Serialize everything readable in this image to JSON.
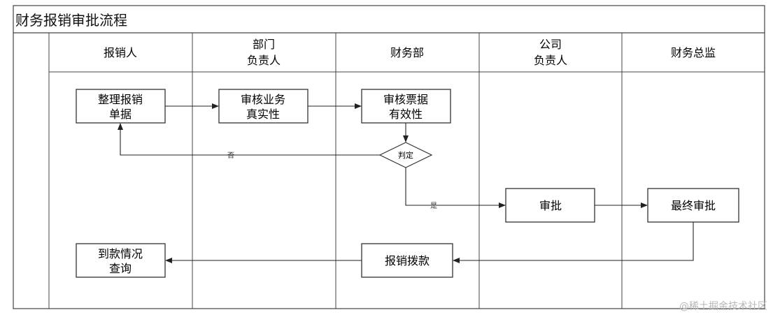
{
  "title": "财务报销审批流程",
  "lanes": [
    {
      "id": "applicant",
      "lines": [
        "报销人"
      ]
    },
    {
      "id": "dept-head",
      "lines": [
        "部门",
        "负责人"
      ]
    },
    {
      "id": "finance-dept",
      "lines": [
        "财务部"
      ]
    },
    {
      "id": "company-head",
      "lines": [
        "公司",
        "负责人"
      ]
    },
    {
      "id": "cfo",
      "lines": [
        "财务总监"
      ]
    }
  ],
  "nodes": [
    {
      "id": "organize-receipts",
      "lines": [
        "整理报销",
        "单据"
      ]
    },
    {
      "id": "verify-authenticity",
      "lines": [
        "审核业务",
        "真实性"
      ]
    },
    {
      "id": "verify-validity",
      "lines": [
        "审核票据",
        "有效性"
      ]
    },
    {
      "id": "decision",
      "lines": [
        "判定"
      ]
    },
    {
      "id": "approve",
      "lines": [
        "审批"
      ]
    },
    {
      "id": "final-approve",
      "lines": [
        "最终审批"
      ]
    },
    {
      "id": "payout",
      "lines": [
        "报销拨款"
      ]
    },
    {
      "id": "payment-query",
      "lines": [
        "到款情况",
        "查询"
      ]
    }
  ],
  "edge_labels": {
    "no": "否",
    "yes": "是"
  },
  "watermark": "@稀土掘金技术社区"
}
